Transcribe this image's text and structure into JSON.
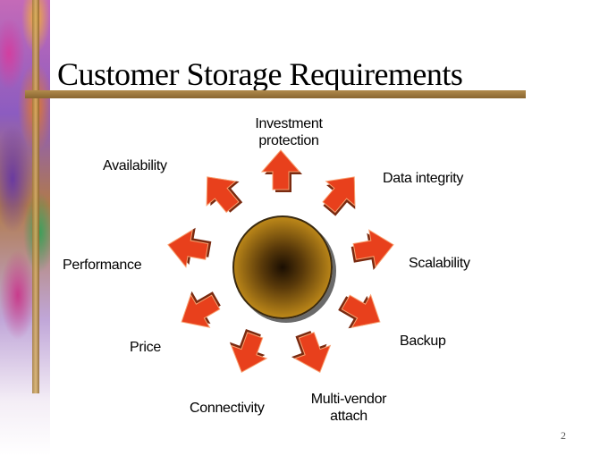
{
  "slide": {
    "title": "Customer Storage Requirements",
    "page_number": "2"
  },
  "requirements": [
    {
      "label": "Investment protection"
    },
    {
      "label": "Data integrity"
    },
    {
      "label": "Scalability"
    },
    {
      "label": "Backup"
    },
    {
      "label": "Multi-vendor attach"
    },
    {
      "label": "Connectivity"
    },
    {
      "label": "Price"
    },
    {
      "label": "Performance"
    },
    {
      "label": "Availability"
    }
  ],
  "colors": {
    "arrow_fill": "#e8401c",
    "arrow_shadow": "#7a2a10",
    "accent_bar": "#9c7638",
    "center_circle": "#c8961e"
  }
}
